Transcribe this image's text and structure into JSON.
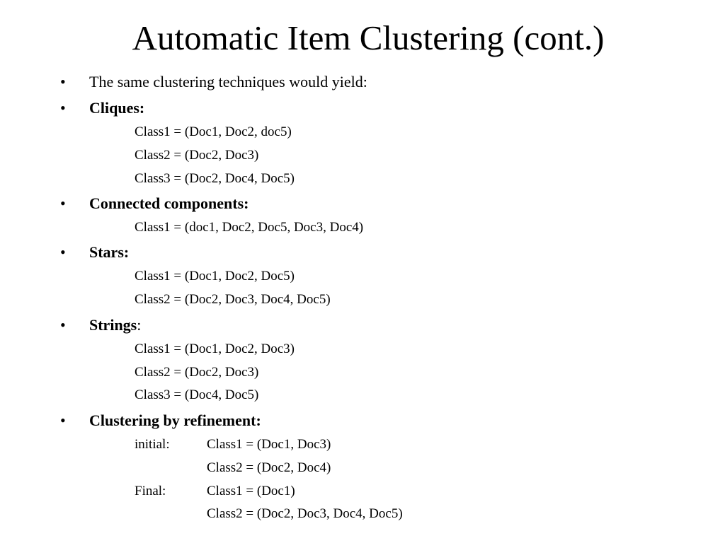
{
  "slide": {
    "title": "Automatic Item Clustering (cont.)",
    "bullet_symbol": "•",
    "intro": "The same clustering techniques would yield:",
    "cliques": {
      "heading": "Cliques:",
      "lines": [
        "Class1 = (Doc1, Doc2, doc5)",
        "Class2 = (Doc2, Doc3)",
        "Class3 = (Doc2, Doc4, Doc5)"
      ]
    },
    "connected": {
      "heading": "Connected components:",
      "lines": [
        "Class1 = (doc1, Doc2, Doc5, Doc3, Doc4)"
      ]
    },
    "stars": {
      "heading": "Stars:",
      "lines": [
        "Class1 = (Doc1, Doc2, Doc5)",
        "Class2 = (Doc2, Doc3, Doc4, Doc5)"
      ]
    },
    "strings": {
      "heading": "Strings",
      "suffix": ":",
      "lines": [
        "Class1 = (Doc1, Doc2, Doc3)",
        "Class2 = (Doc2, Doc3)",
        "Class3 = (Doc4, Doc5)"
      ]
    },
    "refinement": {
      "heading": "Clustering by refinement:",
      "initial_label": "initial:",
      "initial_lines": [
        "Class1 = (Doc1, Doc3)",
        "Class2 = (Doc2, Doc4)"
      ],
      "final_label": "Final:",
      "final_lines": [
        "Class1 = (Doc1)",
        "Class2 = (Doc2, Doc3, Doc4, Doc5)"
      ]
    }
  }
}
